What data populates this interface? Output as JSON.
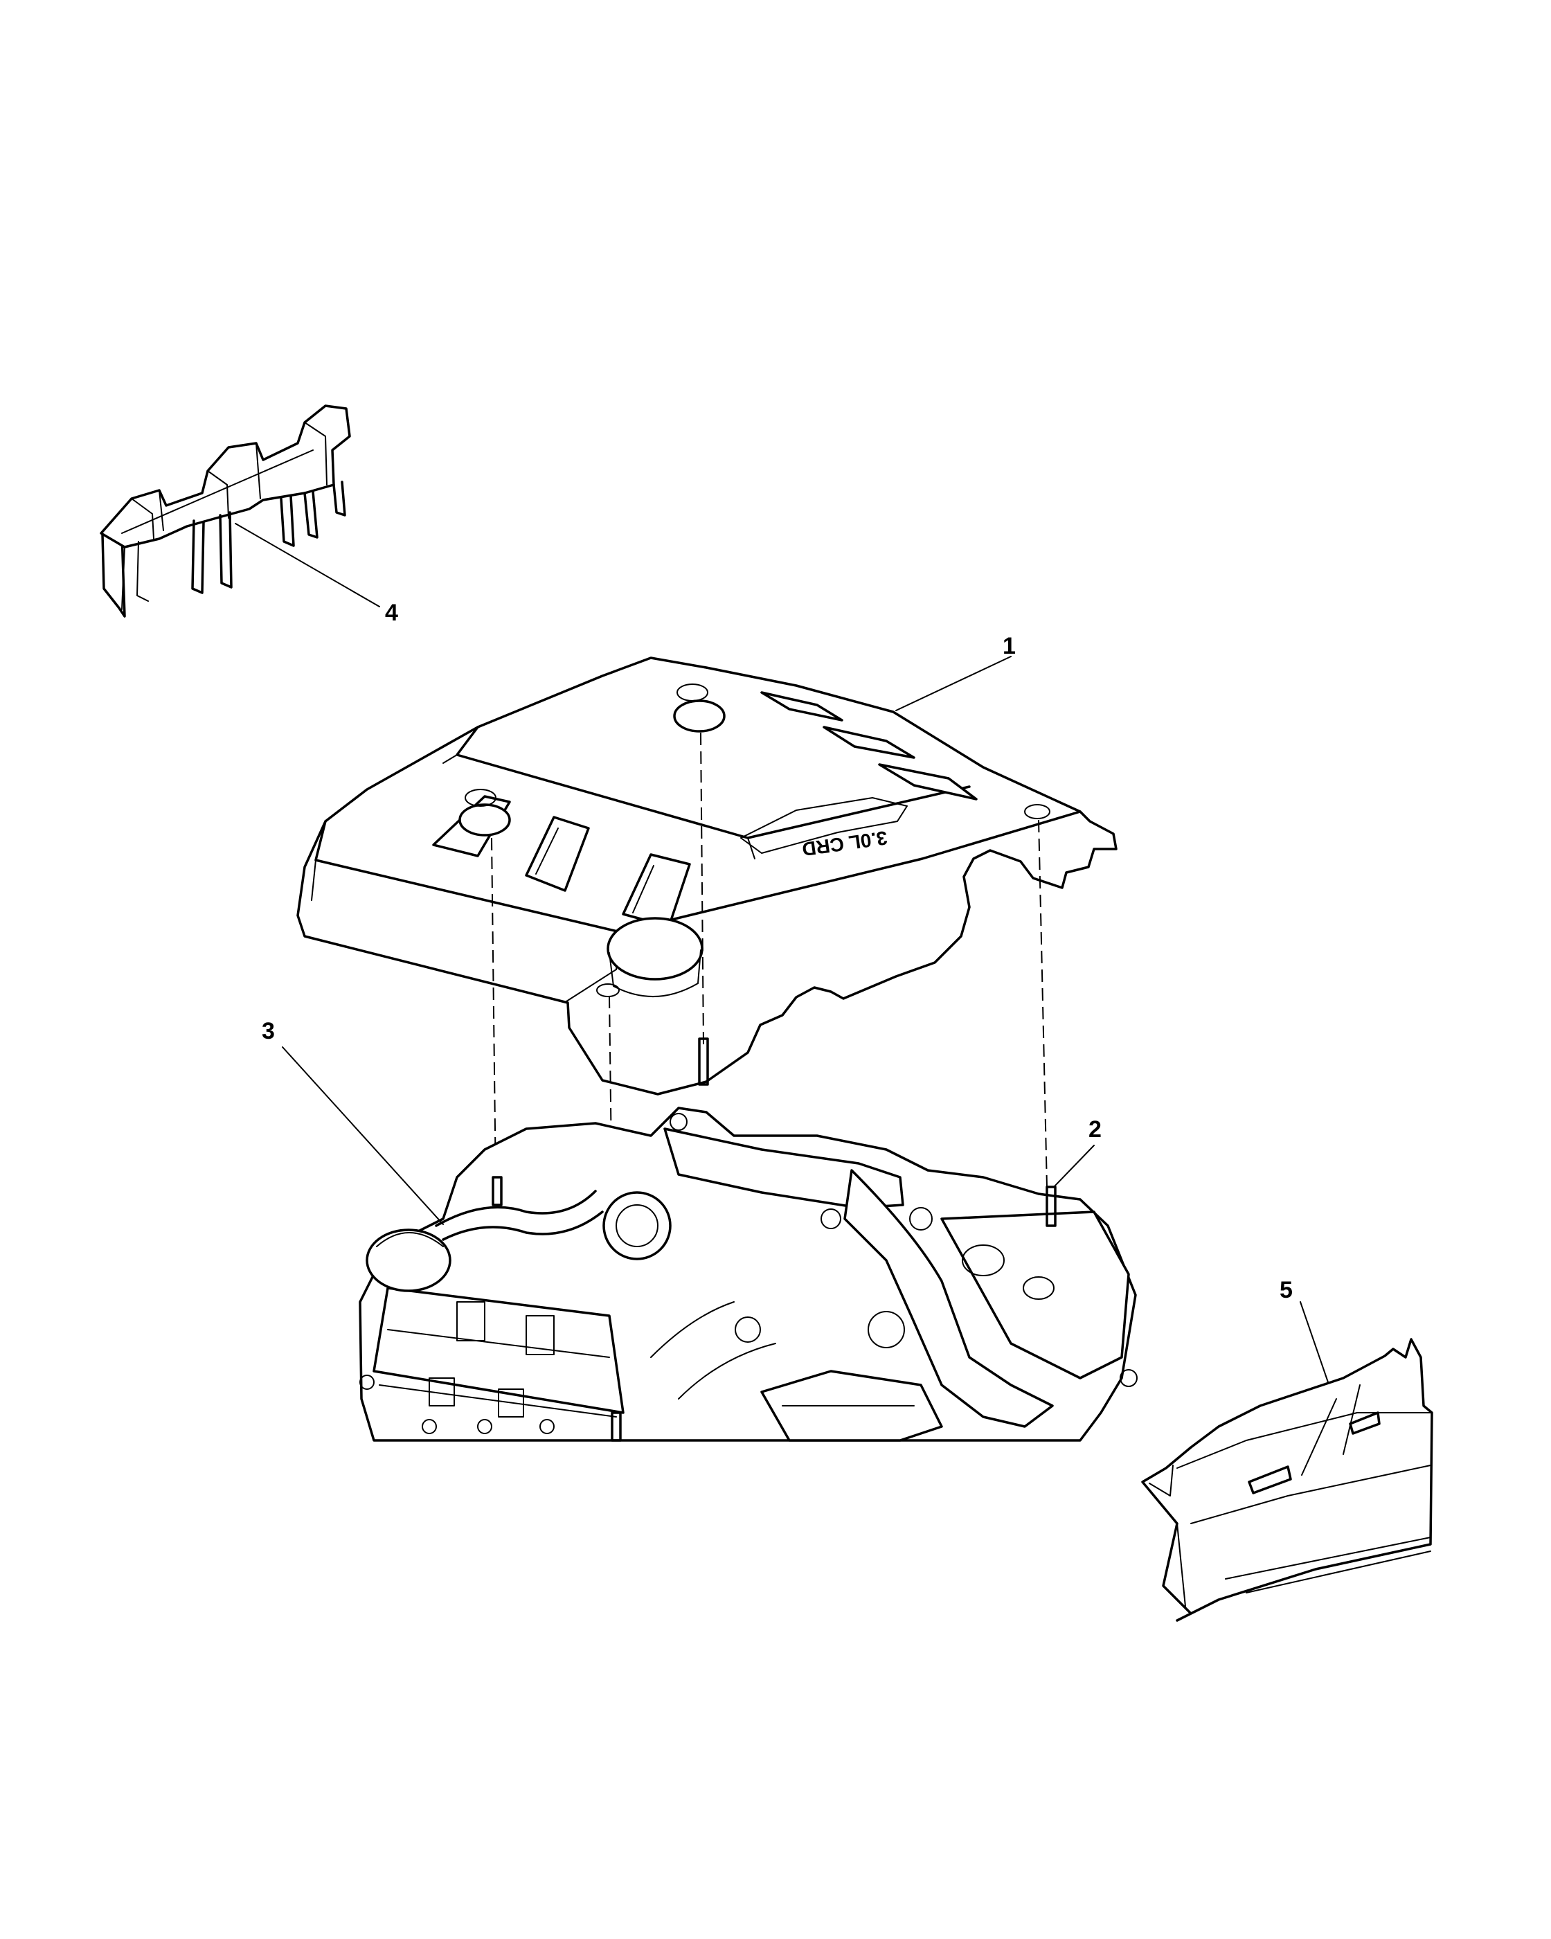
{
  "callouts": [
    {
      "id": "1",
      "label": "1"
    },
    {
      "id": "2",
      "label": "2"
    },
    {
      "id": "3",
      "label": "3"
    },
    {
      "id": "4",
      "label": "4"
    },
    {
      "id": "5",
      "label": "5"
    }
  ],
  "cover_badge": "3.0L CRD",
  "colors": {
    "line": "#000000",
    "background": "#ffffff"
  }
}
